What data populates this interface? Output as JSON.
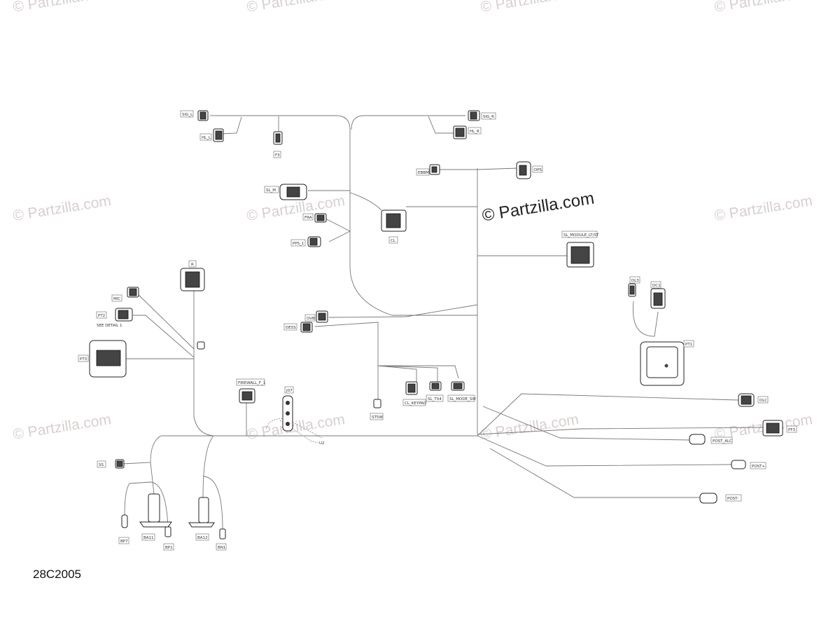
{
  "watermark": "© Partzilla.com",
  "diagram_code": "28C2005",
  "labels": {
    "sig_l": "SIG_L",
    "hl_l": "HL_L",
    "f3": "F3",
    "sig_r": "SIG_R",
    "hl_r": "HL_R",
    "ebbm": "EBBM",
    "dps": "DPS",
    "sl_m": "SL_M",
    "fra": "FRA",
    "pps_1": "PPS_1",
    "cl": "CL",
    "sl_module": "SL_MODULE_LT/ST",
    "r": "R",
    "mic": "MIC",
    "pt2": "PT2",
    "see_detail": "SEE DETAIL 1",
    "pt3": "PT3",
    "dl3": "DL3",
    "dc1": "DC1",
    "ovb": "OVB",
    "dess": "DESS",
    "pt1": "PT1",
    "firewall": "FIREWALL_F_1",
    "j07": "J07",
    "st5w": "ST5W",
    "cl_keypad": "CL_KEYPAD",
    "sl_tx4": "SL_TX4",
    "sl_mode_sw": "SL_MODE_SW",
    "dlc": "DLC",
    "pf3": "PF3",
    "post_alc": "POST_ALC",
    "u2": "U2",
    "ss": "SS",
    "post_plus": "POST+",
    "post_minus": "POST-",
    "bp7": "BP7",
    "ba11": "BA11",
    "bp1": "BP1",
    "ba12": "BA12",
    "bn1": "BN1"
  }
}
